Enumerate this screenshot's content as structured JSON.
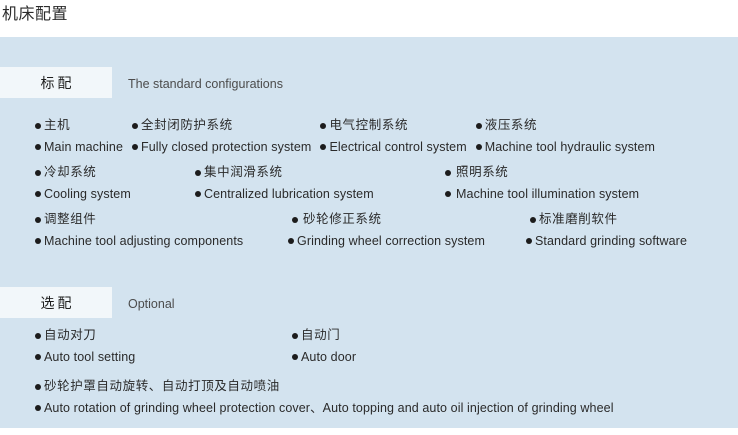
{
  "page": {
    "title": "机床配置",
    "panel_color": "#d3e3ef",
    "tag_color": "#f2f7fa",
    "text_color": "#2a2a2a",
    "bullet_color": "#1c1c1c"
  },
  "sections": [
    {
      "tag_cn": "标配",
      "tag_en": "The standard configurations",
      "rows": [
        {
          "items": [
            {
              "cn": "主机",
              "en": "Main machine"
            },
            {
              "cn": "全封闭防护系统",
              "en": "Fully closed protection system"
            },
            {
              "cn": "电气控制系统",
              "en": "Electrical control system"
            },
            {
              "cn": "液压系统",
              "en": "Machine tool hydraulic system"
            }
          ]
        },
        {
          "items": [
            {
              "cn": "冷却系统",
              "en": "Cooling system"
            },
            {
              "cn": "集中润滑系统",
              "en": "Centralized lubrication system"
            },
            {
              "cn": "照明系统",
              "en": "Machine tool illumination system"
            }
          ]
        },
        {
          "items": [
            {
              "cn": "调整组件",
              "en": "Machine tool adjusting components"
            },
            {
              "cn": "砂轮修正系统",
              "en": "Grinding wheel correction system"
            },
            {
              "cn": "标准磨削软件",
              "en": "Standard grinding software"
            }
          ]
        }
      ]
    },
    {
      "tag_cn": "选配",
      "tag_en": "Optional",
      "rows": [
        {
          "items": [
            {
              "cn": "自动对刀",
              "en": "Auto tool setting"
            },
            {
              "cn": "自动门",
              "en": "Auto door"
            }
          ]
        }
      ],
      "wide_item": {
        "cn": "砂轮护罩自动旋转、自动打顶及自动喷油",
        "en": "Auto rotation of grinding wheel protection cover、Auto topping and auto oil injection of grinding wheel"
      }
    }
  ]
}
